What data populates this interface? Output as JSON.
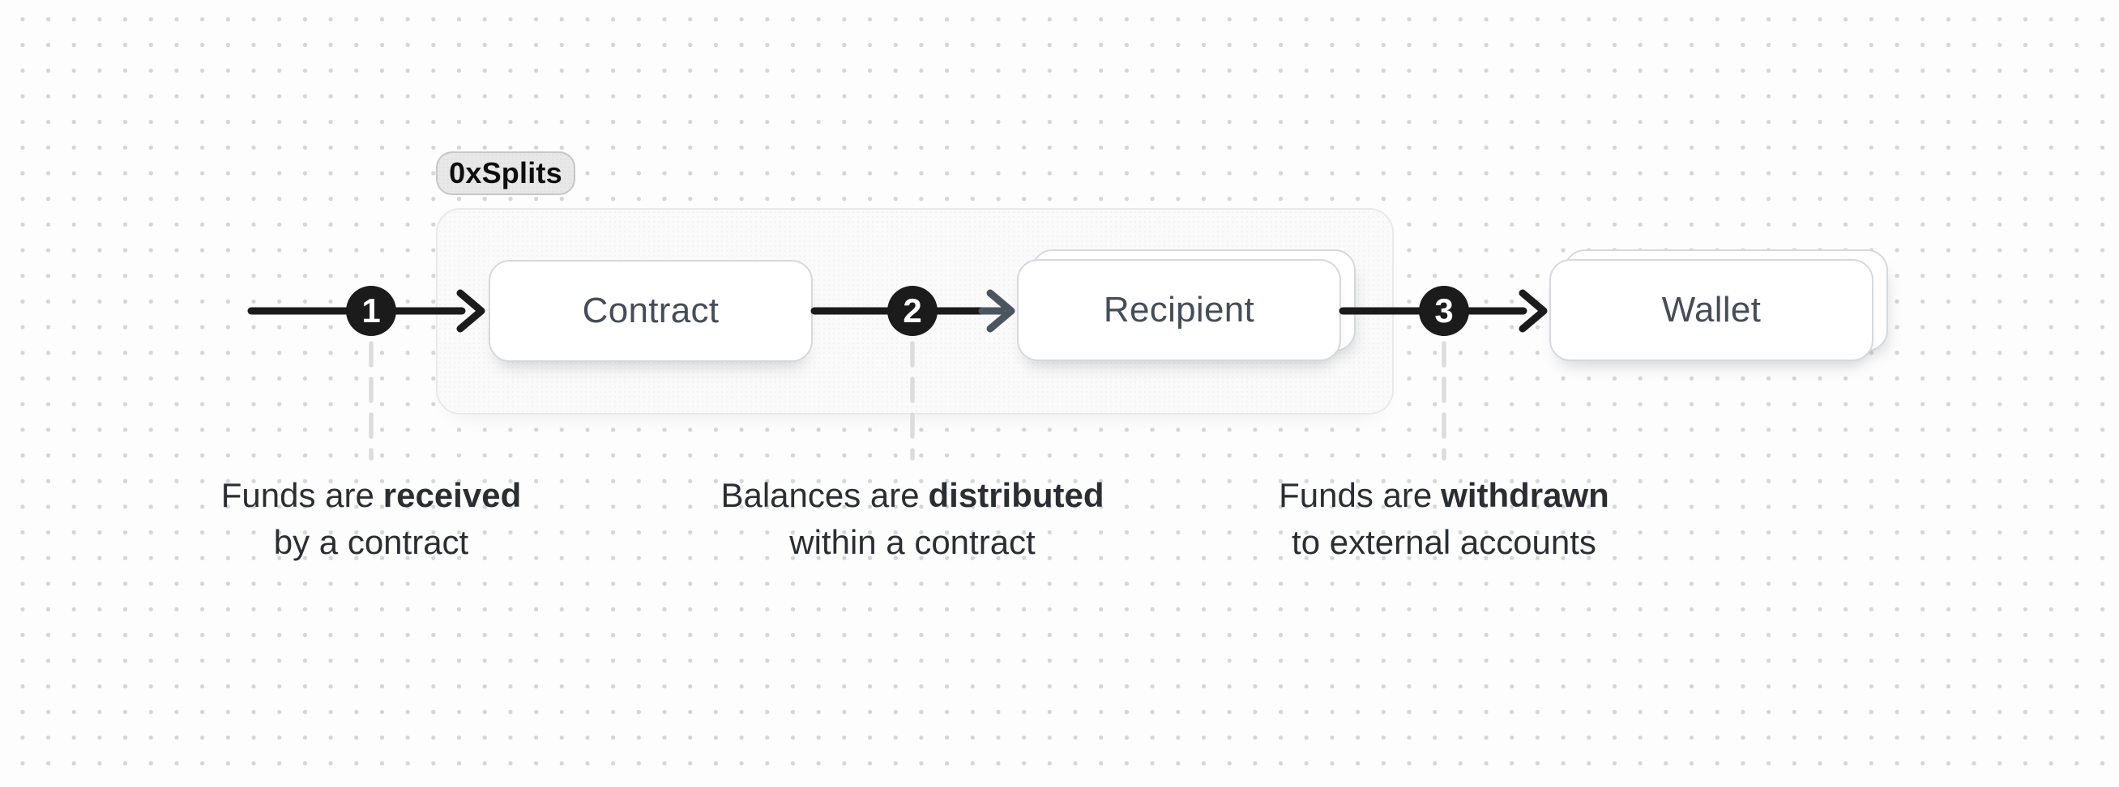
{
  "diagram": {
    "group_label": "0xSplits",
    "nodes": {
      "contract": {
        "label": "Contract"
      },
      "recipient": {
        "label": "Recipient"
      },
      "wallet": {
        "label": "Wallet"
      }
    },
    "steps": [
      {
        "number": "1",
        "caption_prefix": "Funds are",
        "caption_bold": "received",
        "caption_line2": "by a contract"
      },
      {
        "number": "2",
        "caption_prefix": "Balances are",
        "caption_bold": "distributed",
        "caption_line2": "within a contract"
      },
      {
        "number": "3",
        "caption_prefix": "Funds are",
        "caption_bold": "withdrawn",
        "caption_line2": "to external accounts"
      }
    ],
    "colors": {
      "arrow": "#1b1b1b",
      "arrowhead_muted": "#4b5560",
      "step_circle_fill": "#1b1b1b",
      "step_number_text": "#ffffff",
      "card_border": "#d5d9de",
      "card_text": "#454d58",
      "caption_text": "#2a2e34",
      "group_fill": "#fafafa",
      "group_border": "#e9e9e9",
      "badge_fill": "#e8e8e8",
      "badge_border": "#c6c6c6",
      "dot_grid": "#d6d6d6",
      "dashed_connector": "#dcdcdc"
    }
  }
}
